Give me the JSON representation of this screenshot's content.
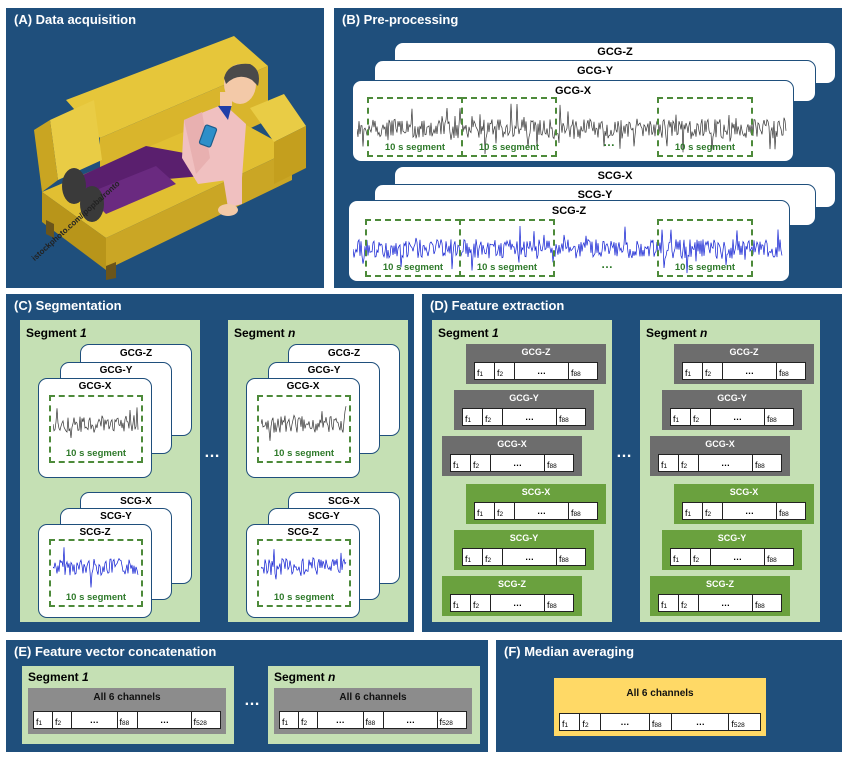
{
  "panels": {
    "a": "(A) Data acquisition",
    "b": "(B) Pre-processing",
    "c": "(C) Segmentation",
    "d": "(D) Feature extraction",
    "e": "(E) Feature vector concatenation",
    "f": "(F) Median averaging"
  },
  "watermark": "istockphoto.com/ipopba/ronto",
  "channels": {
    "gcg_z": "GCG-Z",
    "gcg_y": "GCG-Y",
    "gcg_x": "GCG-X",
    "scg_x": "SCG-X",
    "scg_y": "SCG-Y",
    "scg_z": "SCG-Z"
  },
  "segment_label": "10 s segment",
  "segment_word": "Segment",
  "segment_1": "1",
  "segment_n": "n",
  "ellipsis": "…",
  "features88": {
    "f": "f",
    "s1": "1",
    "s2": "2",
    "mid": "…",
    "last": "88"
  },
  "features528": {
    "title": "All 6 channels",
    "f": "f",
    "s1": "1",
    "s2": "2",
    "mid": "…",
    "s88": "88",
    "last": "528"
  },
  "colors": {
    "panel_bg": "#1f4f7c",
    "green_bg": "#c5e0b4",
    "gcg_box": "#6d6d6d",
    "scg_box": "#6aa13e",
    "median_bg": "#ffd966",
    "gcg_signal": "#333333",
    "scg_signal": "#0b1ad1"
  }
}
